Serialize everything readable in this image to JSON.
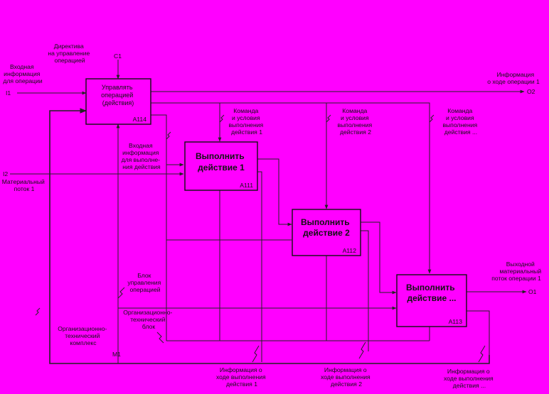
{
  "boxes": {
    "a114": {
      "title": [
        "Управлять",
        "операцией",
        "(действия)"
      ],
      "id": "А114"
    },
    "a111": {
      "title": [
        "Выполнить",
        "действие 1"
      ],
      "id": "А111"
    },
    "a112": {
      "title": [
        "Выполнить",
        "действие 2"
      ],
      "id": "А112"
    },
    "a113": {
      "title": [
        "Выполнить",
        "действие ..."
      ],
      "id": "А113"
    }
  },
  "interfaces": {
    "c1": {
      "code": "C1",
      "label": [
        "Директива",
        "на управление",
        "операцией"
      ]
    },
    "i1": {
      "code": "I1",
      "label": [
        "Входная",
        "информация",
        "для операции"
      ]
    },
    "i2": {
      "code": "I2",
      "label": [
        "Материальный",
        "поток 1"
      ]
    },
    "o2": {
      "code": "O2",
      "label": [
        "Информация",
        "о ходе операции 1"
      ]
    },
    "o1": {
      "code": "O1",
      "label": [
        "Выходной",
        "материальный",
        "поток операции 1"
      ]
    },
    "m1": {
      "code": "M1",
      "label": [
        "Организационно-",
        "технический",
        "комплекс"
      ]
    }
  },
  "arrows": {
    "cmd1": [
      "Команда",
      "и условия",
      "выполнения",
      "действия 1"
    ],
    "cmd2": [
      "Команда",
      "и условия",
      "выполнения",
      "действия 2"
    ],
    "cmd3": [
      "Команда",
      "и условия",
      "выполнения",
      "действия ..."
    ],
    "input_info": [
      "Входная",
      "информация",
      "для выполне-",
      "ния действия"
    ],
    "control_block": [
      "Блок",
      "управления",
      "операцией"
    ],
    "org_block": [
      "Организационно-",
      "технический",
      "блок"
    ],
    "info1": [
      "Информация о",
      "ходе выполнения",
      "действия 1"
    ],
    "info2": [
      "Информация о",
      "ходе выполнения",
      "действия 2"
    ],
    "info3": [
      "Информация о",
      "ходе выполнения",
      "действия ..."
    ]
  }
}
